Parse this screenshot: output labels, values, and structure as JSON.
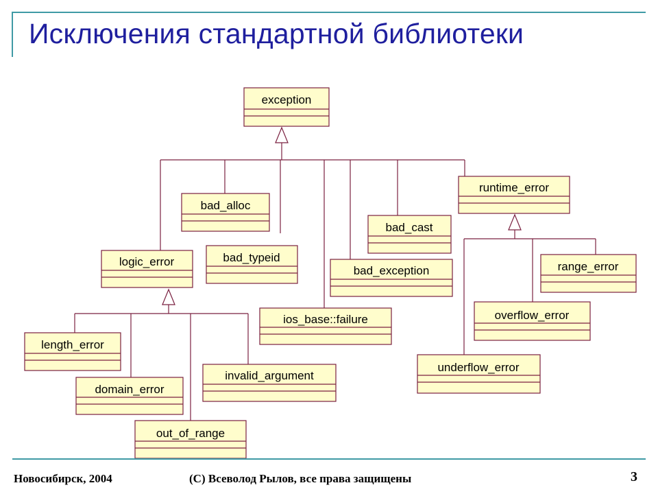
{
  "slide": {
    "title": "Исключения стандартной библиотеки",
    "footer_left": "Новосибирск, 2004",
    "footer_center": "(C) Всеволод Рылов, все права защищены",
    "page_number": "3"
  },
  "diagram": {
    "classes": [
      {
        "id": "exception",
        "name": "exception"
      },
      {
        "id": "bad_alloc",
        "name": "bad_alloc"
      },
      {
        "id": "bad_typeid",
        "name": "bad_typeid"
      },
      {
        "id": "logic_error",
        "name": "logic_error"
      },
      {
        "id": "ios_base_failure",
        "name": "ios_base::failure"
      },
      {
        "id": "bad_cast",
        "name": "bad_cast"
      },
      {
        "id": "bad_exception",
        "name": "bad_exception"
      },
      {
        "id": "runtime_error",
        "name": "runtime_error"
      },
      {
        "id": "range_error",
        "name": "range_error"
      },
      {
        "id": "overflow_error",
        "name": "overflow_error"
      },
      {
        "id": "underflow_error",
        "name": "underflow_error"
      },
      {
        "id": "length_error",
        "name": "length_error"
      },
      {
        "id": "domain_error",
        "name": "domain_error"
      },
      {
        "id": "invalid_argument",
        "name": "invalid_argument"
      },
      {
        "id": "out_of_range",
        "name": "out_of_range"
      }
    ],
    "inheritance": [
      {
        "parent": "exception",
        "children": [
          "logic_error",
          "bad_alloc",
          "bad_typeid",
          "ios_base_failure",
          "bad_exception",
          "bad_cast",
          "runtime_error"
        ]
      },
      {
        "parent": "logic_error",
        "children": [
          "length_error",
          "domain_error",
          "out_of_range",
          "invalid_argument"
        ]
      },
      {
        "parent": "runtime_error",
        "children": [
          "underflow_error",
          "overflow_error",
          "range_error"
        ]
      }
    ]
  }
}
